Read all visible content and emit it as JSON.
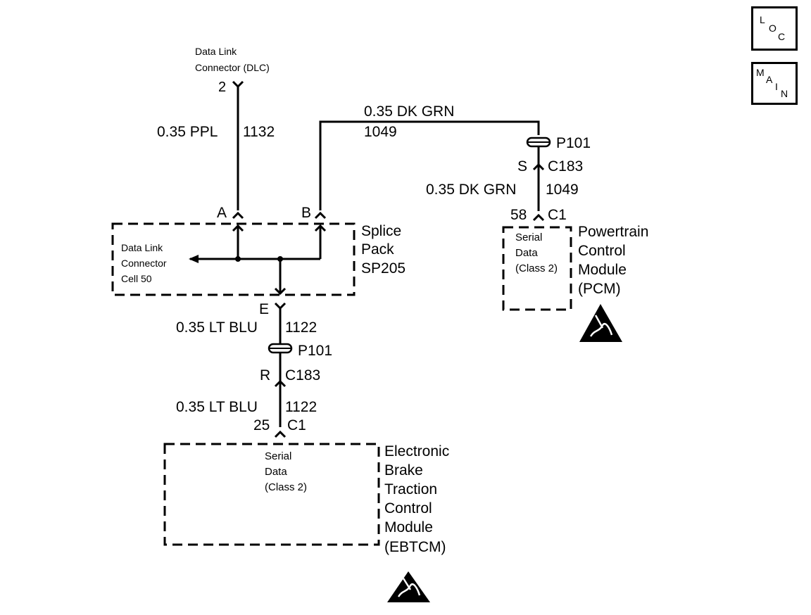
{
  "nav": {
    "loc": {
      "l": "L",
      "o": "O",
      "c": "C"
    },
    "main": {
      "m": "M",
      "a": "A",
      "i": "I",
      "n": "N"
    }
  },
  "dlc": {
    "label_line1": "Data Link",
    "label_line2": "Connector (DLC)",
    "pin": "2",
    "wire_size_color": "0.35 PPL",
    "circuit": "1132"
  },
  "splice_pack": {
    "name_line1": "Splice",
    "name_line2": "Pack",
    "name_line3": "SP205",
    "pin_a": "A",
    "pin_b": "B",
    "pin_e": "E",
    "cell_line1": "Data Link",
    "cell_line2": "Connector",
    "cell_line3": "Cell 50"
  },
  "pcm_wire": {
    "top_size_color": "0.35 DK GRN",
    "top_circuit": "1049",
    "p101": "P101",
    "pin_s": "S",
    "c183": "C183",
    "lower_size_color": "0.35 DK GRN",
    "lower_circuit": "1049",
    "pin": "58",
    "c1": "C1"
  },
  "pcm": {
    "serial_line1": "Serial",
    "serial_line2": "Data",
    "serial_line3": "(Class 2)",
    "name_line1": "Powertrain",
    "name_line2": "Control",
    "name_line3": "Module",
    "name_line4": "(PCM)"
  },
  "ebtcm_wire": {
    "upper_size_color": "0.35 LT BLU",
    "upper_circuit": "1122",
    "p101": "P101",
    "pin_r": "R",
    "c183": "C183",
    "lower_size_color": "0.35 LT BLU",
    "lower_circuit": "1122",
    "pin": "25",
    "c1": "C1"
  },
  "ebtcm": {
    "serial_line1": "Serial",
    "serial_line2": "Data",
    "serial_line3": "(Class 2)",
    "name_line1": "Electronic",
    "name_line2": "Brake",
    "name_line3": "Traction",
    "name_line4": "Control",
    "name_line5": "Module",
    "name_line6": "(EBTCM)"
  }
}
